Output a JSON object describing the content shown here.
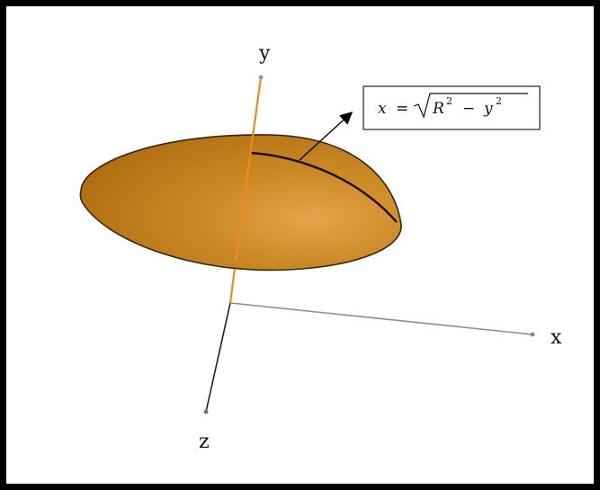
{
  "axes": {
    "x_label": "x",
    "y_label": "y",
    "z_label": "z"
  },
  "equation": {
    "lhs": "x",
    "equals": "=",
    "radicand_R": "R",
    "exponent_1": "2",
    "minus": "−",
    "radicand_y": "y",
    "exponent_2": "2"
  },
  "colors": {
    "surface_base": "#C8841E",
    "surface_highlight": "#E9A24A",
    "surface_edge": "#3A2408",
    "y_axis": "#F08A1A",
    "x_axis": "#8C8C8C",
    "z_axis": "#222222",
    "frame": "#000000"
  }
}
